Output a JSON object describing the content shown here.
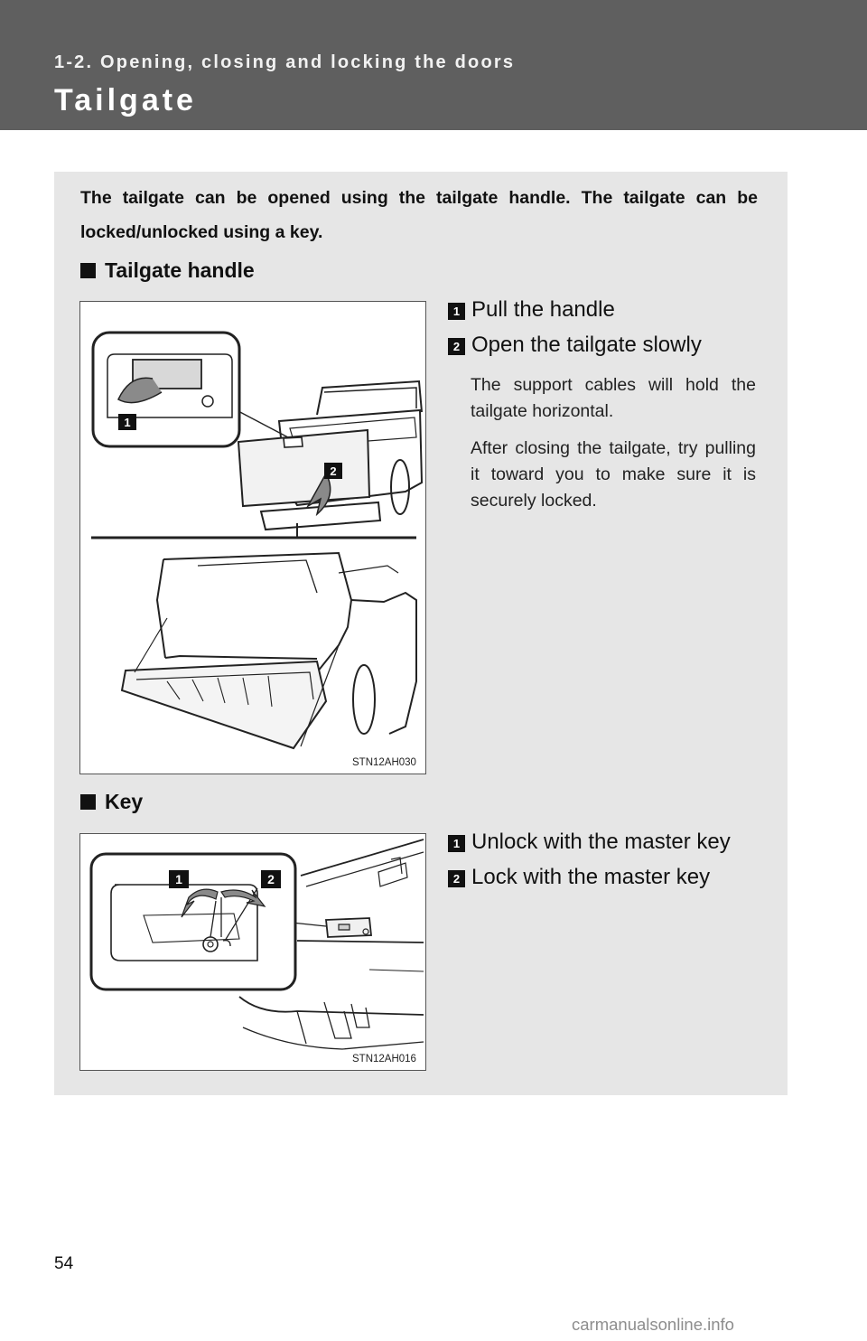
{
  "header": {
    "section": "1-2. Opening, closing and locking the doors",
    "title": "Tailgate"
  },
  "intro": "The tailgate can be opened using the tailgate handle. The tailgate can be locked/unlocked using a key.",
  "tailgate_handle": {
    "heading": "Tailgate handle",
    "figure_code": "STN12AH030",
    "callouts": [
      "1",
      "2"
    ],
    "steps": [
      {
        "num": "1",
        "text": "Pull the handle"
      },
      {
        "num": "2",
        "text": "Open the tailgate slowly"
      }
    ],
    "notes": [
      "The support cables will hold the tailgate horizontal.",
      "After closing the tailgate, try pulling it toward you to make sure it is securely locked."
    ]
  },
  "key": {
    "heading": "Key",
    "figure_code": "STN12AH016",
    "callouts": [
      "1",
      "2"
    ],
    "steps": [
      {
        "num": "1",
        "text": "Unlock with the master key"
      },
      {
        "num": "2",
        "text": "Lock with the master key"
      }
    ]
  },
  "page_number": "54",
  "watermark": "carmanualsonline.info"
}
